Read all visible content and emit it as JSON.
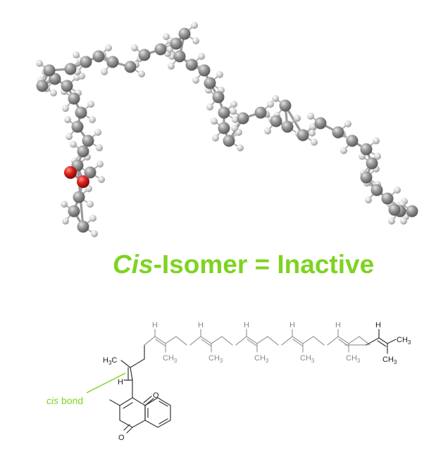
{
  "title": {
    "italic_part": "Cis",
    "rest": "-Isomer = Inactive",
    "color": "#7ed321"
  },
  "annotation": {
    "italic_part": "cis",
    "rest": " bond",
    "color": "#7ed321"
  },
  "atom_labels": {
    "H": "H",
    "CH3": "CH",
    "sub3": "3",
    "O": "O",
    "H3C_prefix": "H",
    "H3C_3": "3",
    "H3C_C": "C"
  },
  "colors": {
    "carbon": "#8c8c8c",
    "hydrogen": "#d9d9d9",
    "oxygen": "#d9201b",
    "highlight_line": "#7ed321",
    "skeleton_active": "#333333",
    "skeleton_faded": "#9a9a9a"
  }
}
